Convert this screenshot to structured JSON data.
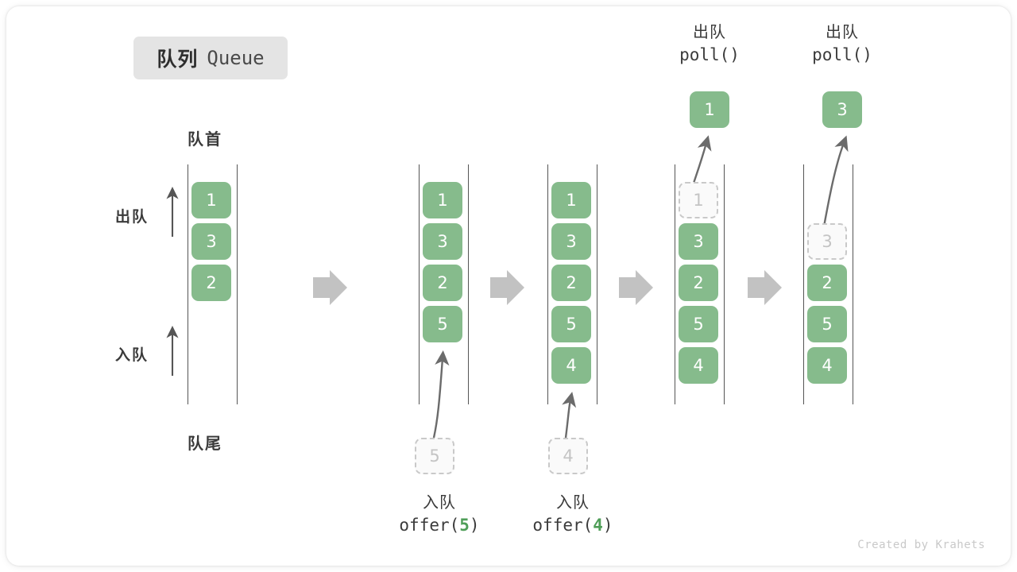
{
  "title": {
    "cn": "队列",
    "en": "Queue"
  },
  "labels": {
    "head": "队首",
    "tail": "队尾",
    "dequeue_side": "出队",
    "enqueue_side": "入队"
  },
  "colors": {
    "accent_green": "#86bb8c",
    "ghost_fill": "#fafafa",
    "ghost_border": "#c9c9c9",
    "rail": "#555555",
    "arrow_gray": "#c2c2c2",
    "badge_bg": "#e4e4e4",
    "text_dark": "#3b3b3b",
    "code_arg_green": "#4f9e58"
  },
  "stages": [
    {
      "id": "stage-initial",
      "cells": [
        {
          "value": "1",
          "state": "filled"
        },
        {
          "value": "3",
          "state": "filled"
        },
        {
          "value": "2",
          "state": "filled"
        }
      ]
    },
    {
      "id": "stage-offer-5",
      "cells": [
        {
          "value": "1",
          "state": "filled"
        },
        {
          "value": "3",
          "state": "filled"
        },
        {
          "value": "2",
          "state": "filled"
        },
        {
          "value": "5",
          "state": "filled"
        }
      ],
      "incoming": {
        "value": "5",
        "state": "ghost"
      },
      "caption": {
        "cn": "入队",
        "code_prefix": "offer(",
        "code_arg": "5",
        "code_suffix": ")"
      }
    },
    {
      "id": "stage-offer-4",
      "cells": [
        {
          "value": "1",
          "state": "filled"
        },
        {
          "value": "3",
          "state": "filled"
        },
        {
          "value": "2",
          "state": "filled"
        },
        {
          "value": "5",
          "state": "filled"
        },
        {
          "value": "4",
          "state": "filled"
        }
      ],
      "incoming": {
        "value": "4",
        "state": "ghost"
      },
      "caption": {
        "cn": "入队",
        "code_prefix": "offer(",
        "code_arg": "4",
        "code_suffix": ")"
      }
    },
    {
      "id": "stage-poll-1",
      "cells": [
        {
          "value": "1",
          "state": "ghost"
        },
        {
          "value": "3",
          "state": "filled"
        },
        {
          "value": "2",
          "state": "filled"
        },
        {
          "value": "5",
          "state": "filled"
        },
        {
          "value": "4",
          "state": "filled"
        }
      ],
      "outgoing": {
        "value": "1",
        "state": "filled"
      },
      "caption": {
        "cn": "出队",
        "code_prefix": "poll(",
        "code_arg": "",
        "code_suffix": ")"
      }
    },
    {
      "id": "stage-poll-3",
      "cells": [
        {
          "value": "3",
          "state": "ghost"
        },
        {
          "value": "2",
          "state": "filled"
        },
        {
          "value": "5",
          "state": "filled"
        },
        {
          "value": "4",
          "state": "filled"
        }
      ],
      "outgoing": {
        "value": "3",
        "state": "filled"
      },
      "caption": {
        "cn": "出队",
        "code_prefix": "poll(",
        "code_arg": "",
        "code_suffix": ")"
      }
    }
  ],
  "footer": "Created by Krahets"
}
